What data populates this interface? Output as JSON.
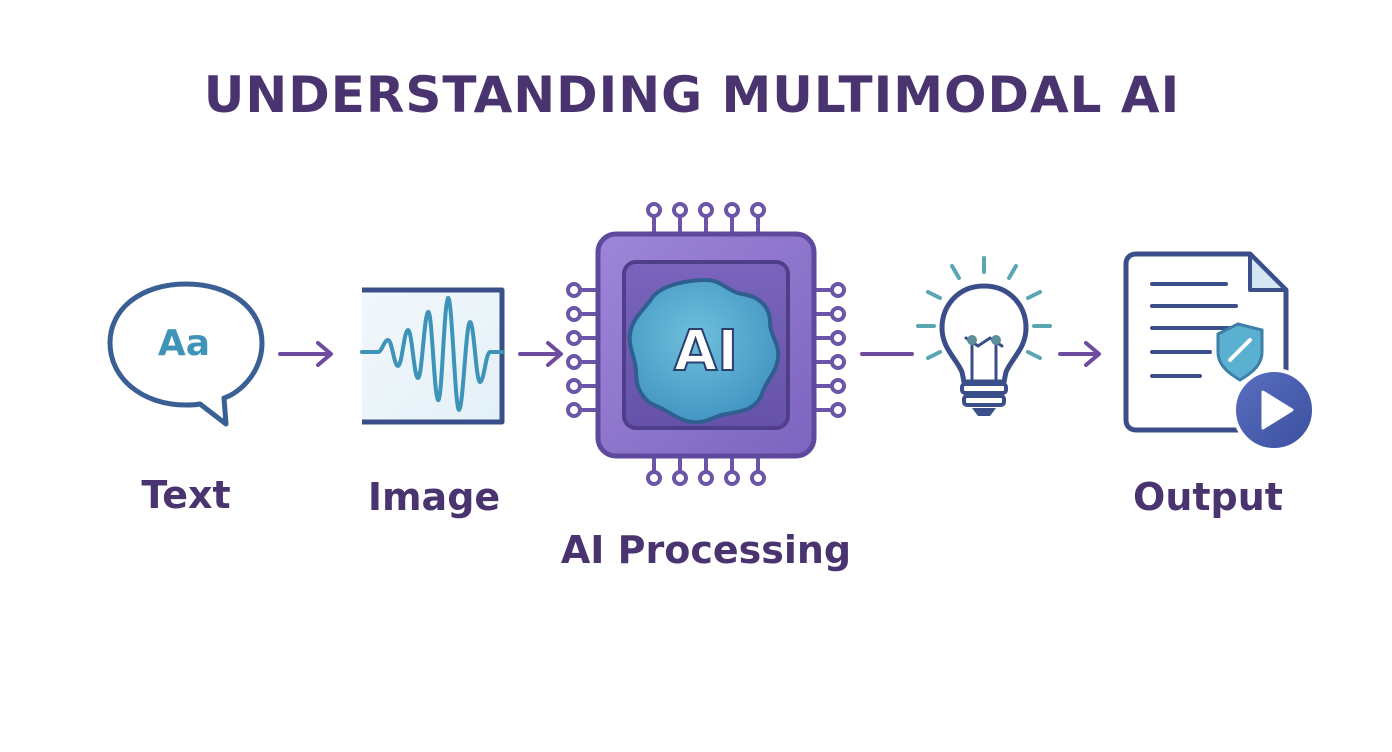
{
  "title": "UNDERSTANDING MULTIMODAL AI",
  "stages": [
    {
      "label": "Text",
      "icon": "speech-bubble-icon",
      "glyph": "Aa"
    },
    {
      "label": "Image",
      "icon": "waveform-icon"
    },
    {
      "label": "AI Processing",
      "icon": "ai-chip-icon",
      "glyph": "AI"
    },
    {
      "label": "",
      "icon": "lightbulb-icon"
    },
    {
      "label": "Output",
      "icon": "document-play-icon"
    }
  ],
  "colors": {
    "title": "#4a3470",
    "label": "#4a3470",
    "arrow": "#6e4b9e",
    "icon_stroke": "#3a4f8a",
    "accent_blue": "#3d93b8",
    "chip_purple": "#8b6fc9",
    "chip_dark": "#6a55a8",
    "bulb_rays": "#5aa6b3"
  }
}
